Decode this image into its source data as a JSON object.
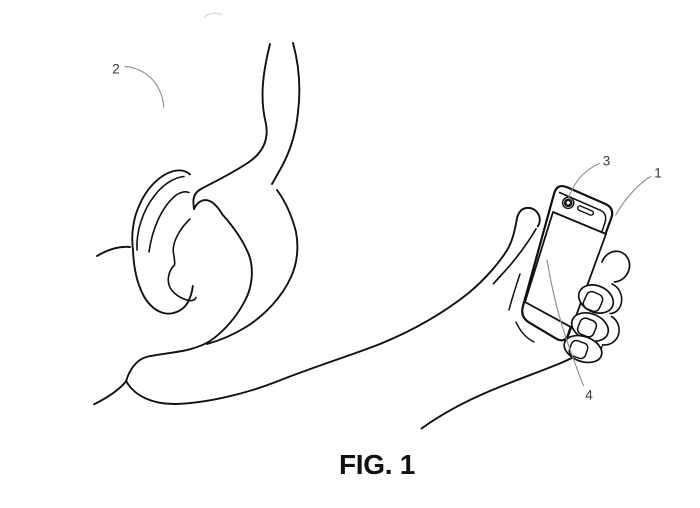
{
  "figure": {
    "caption": "FIG. 1",
    "labels": {
      "device": "1",
      "head": "2",
      "camera": "3",
      "display": "4"
    }
  },
  "colors": {
    "ink": "#111111",
    "leader_line": "#8f8f8f",
    "label_text": "#3a3a3a",
    "background": "#ffffff"
  }
}
